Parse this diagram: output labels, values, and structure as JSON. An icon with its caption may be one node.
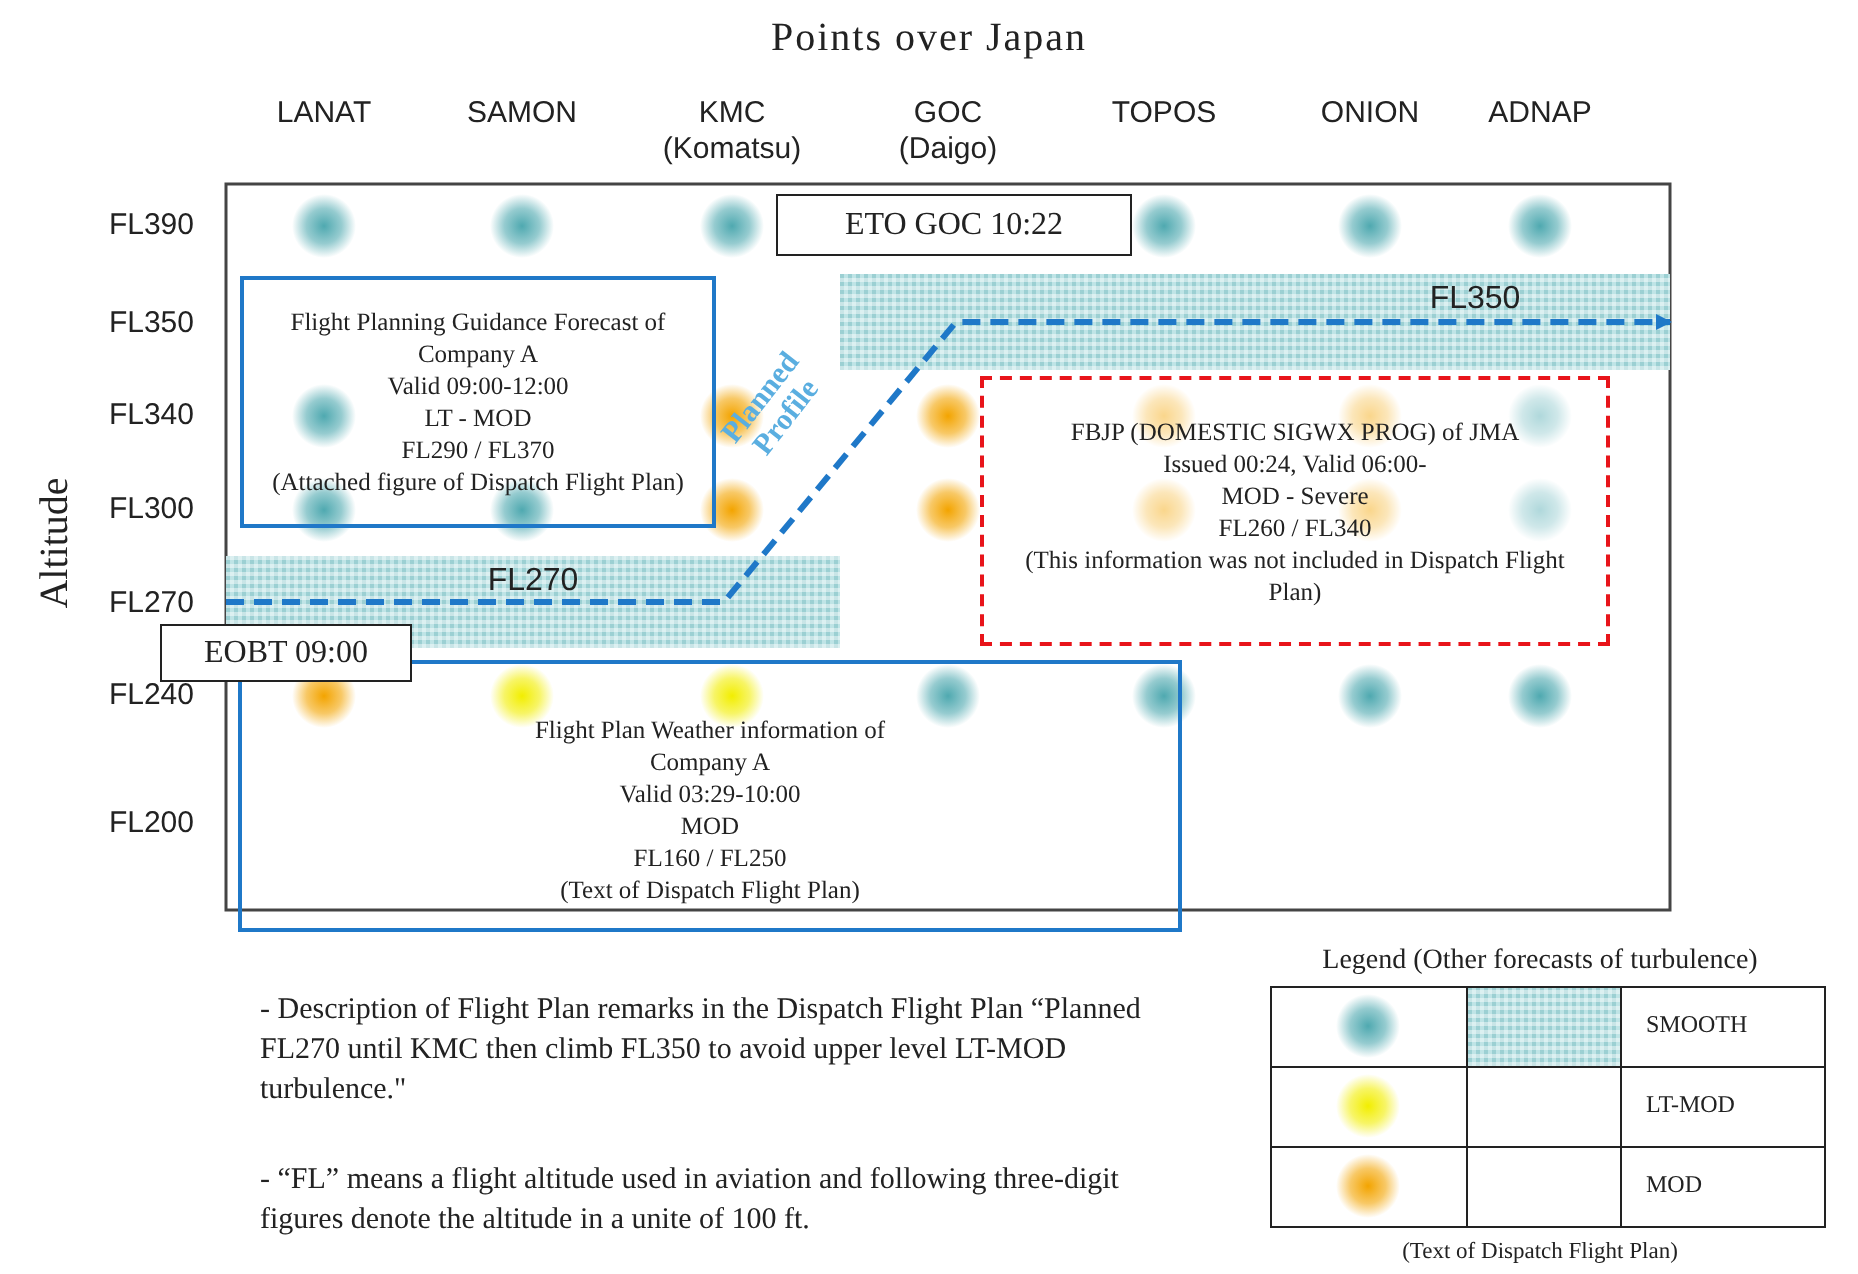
{
  "diagram": {
    "title": "Points over Japan",
    "nodes": [
      {
        "text": [
          "ETO GOC 10:22"
        ]
      },
      {
        "text": [
          "Flight Planning Guidance Forecast of Company A",
          "Valid 09:00-12:00",
          "LT - MOD",
          "FL290 / FL370",
          "(Attached figure of Dispatch Flight Plan)"
        ]
      },
      {
        "text": [
          "FL350"
        ]
      },
      {
        "text": [
          "FBJP (DOMESTIC SIGWX PROG) of JMA",
          "Issued 00:24, Valid 06:00-",
          "MOD - Severe",
          "FL260 / FL340",
          "(This information was not included in Dispatch Flight Plan)"
        ]
      },
      {
        "text": [
          "FL270"
        ]
      },
      {
        "text": [
          "EOBT 09:00"
        ]
      },
      {
        "text": [
          "Flight Plan Weather information of Company A",
          "Valid 03:29-10:00",
          "MOD",
          "FL160 / FL250",
          "(Text of Dispatch Flight Plan)"
        ]
      }
    ],
    "edges": [
      {
        "from": 4,
        "to": 2,
        "arrow": "to",
        "label": "Planned Profile",
        "style": "dashed"
      }
    ],
    "labels": [
      "LANAT",
      "SAMON",
      "KMC (Komatsu)",
      "GOC (Daigo)",
      "TOPOS",
      "ONION",
      "ADNAP",
      "FL390",
      "FL350",
      "FL340",
      "FL300",
      "FL270",
      "FL240",
      "FL200",
      "Altitude",
      "Legend (Other forecasts of turbulence)",
      "(Text of Dispatch Flight Plan)",
      "- Description of Flight Plan remarks in the Dispatch Flight Plan “Planned FL270 until KMC then climb FL350 to avoid upper level LT-MOD turbulence.\"",
      "- “FL” means a flight altitude used in aviation and following three-digit figures denote the altitude in a unite of 100 ft."
    ],
    "legend": [
      {
        "text": "SMOOTH"
      },
      {
        "text": "LT-MOD"
      },
      {
        "text": "MOD"
      }
    ]
  }
}
